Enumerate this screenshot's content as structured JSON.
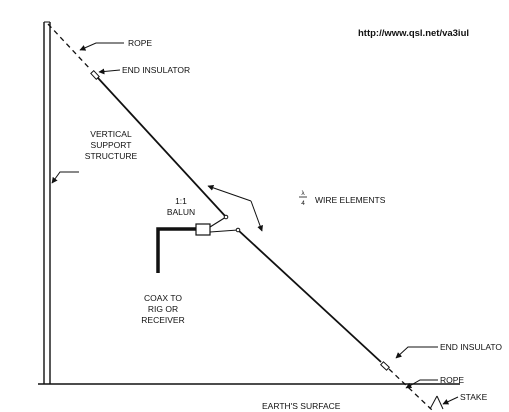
{
  "source_url": "http://www.qsl.net/va3iul",
  "labels": {
    "rope_top": "ROPE",
    "end_insulator_top": "END INSULATOR",
    "vertical_support": [
      "VERTICAL",
      "SUPPORT",
      "STRUCTURE"
    ],
    "balun": [
      "1:1",
      "BALUN"
    ],
    "wire_elements": "WIRE ELEMENTS",
    "fraction_num": "λ",
    "fraction_den": "4",
    "coax": [
      "COAX TO",
      "RIG OR",
      "RECEIVER"
    ],
    "end_insulator_bottom": "END INSULATO",
    "rope_bottom": "ROPE",
    "stake": "STAKE",
    "earth_surface": "EARTH'S SURFACE"
  },
  "colors": {
    "line": "#111111",
    "background": "#ffffff"
  }
}
